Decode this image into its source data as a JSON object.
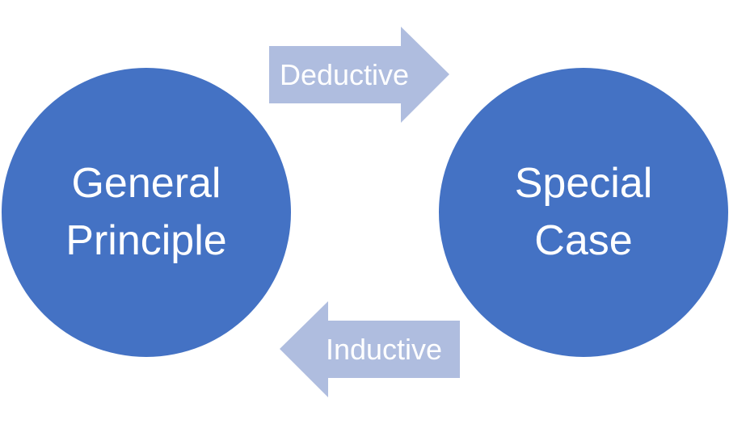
{
  "colors": {
    "node_fill": "#4472c4",
    "arrow_fill": "#afbddf",
    "text": "#ffffff"
  },
  "nodes": {
    "general": {
      "label": "General\nPrinciple"
    },
    "special": {
      "label": "Special\nCase"
    }
  },
  "arrows": {
    "deductive": {
      "label": "Deductive",
      "direction": "right"
    },
    "inductive": {
      "label": "Inductive",
      "direction": "left"
    }
  }
}
